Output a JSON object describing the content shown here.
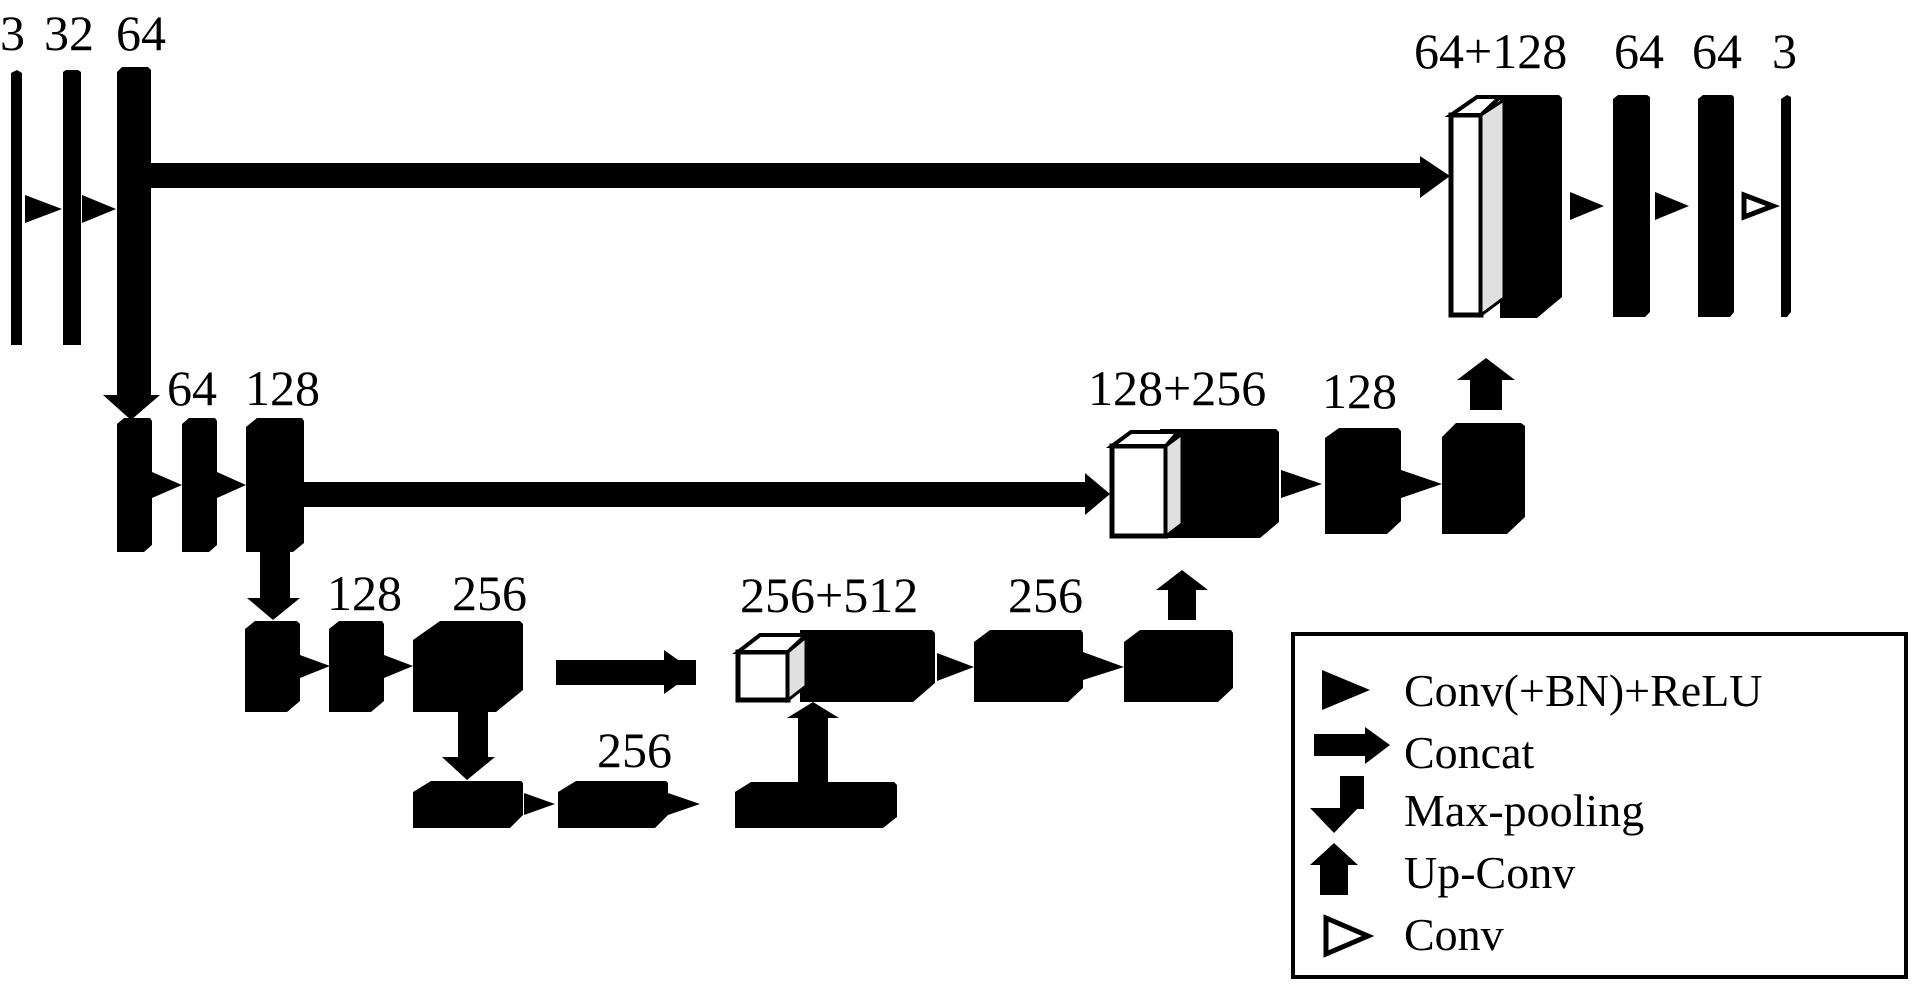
{
  "diagram": {
    "type": "U-Net architecture",
    "colors": {
      "block": "#000000",
      "concat_front": "#ffffff",
      "concat_side": "#e0e0e0",
      "background": "#ffffff"
    },
    "levels": [
      {
        "name": "level-1-encoder",
        "labels": [
          "3",
          "32",
          "64"
        ]
      },
      {
        "name": "level-1-decoder",
        "labels": [
          "64+128",
          "64",
          "64",
          "3"
        ]
      },
      {
        "name": "level-2-encoder",
        "labels": [
          "64",
          "128"
        ]
      },
      {
        "name": "level-2-decoder",
        "labels": [
          "128+256",
          "128"
        ]
      },
      {
        "name": "level-3-encoder",
        "labels": [
          "128",
          "256"
        ]
      },
      {
        "name": "level-3-decoder",
        "labels": [
          "256+512",
          "256"
        ]
      },
      {
        "name": "bottleneck",
        "labels": [
          "256"
        ]
      }
    ]
  },
  "legend": {
    "items": [
      {
        "icon": "filled-triangle-icon",
        "label": "Conv(+BN)+ReLU"
      },
      {
        "icon": "right-arrow-icon",
        "label": "Concat"
      },
      {
        "icon": "down-arrow-icon",
        "label": "Max-pooling"
      },
      {
        "icon": "up-arrow-icon",
        "label": "Up-Conv"
      },
      {
        "icon": "hollow-triangle-icon",
        "label": "Conv"
      }
    ]
  }
}
